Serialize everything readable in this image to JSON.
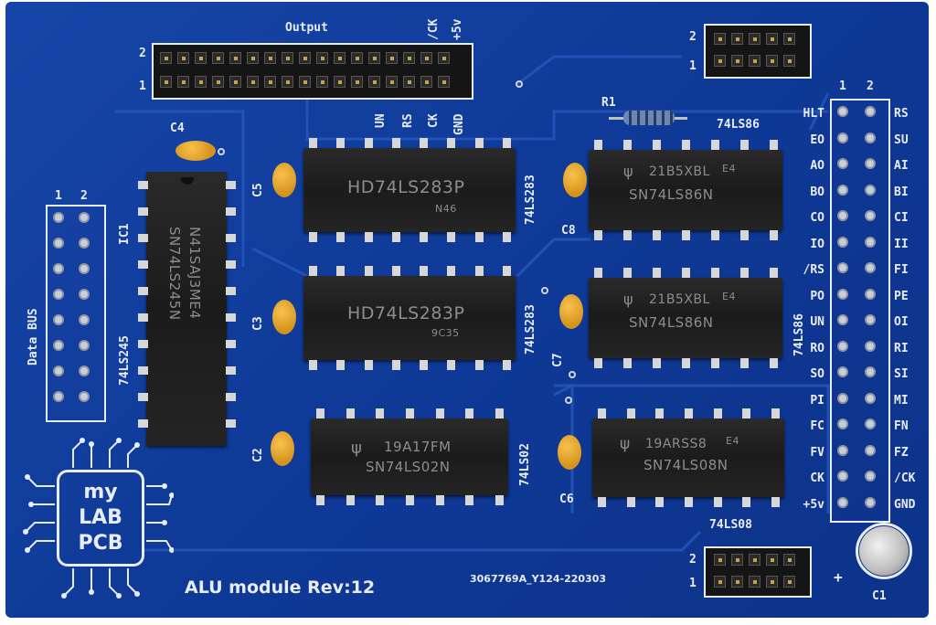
{
  "board": {
    "title": "ALU module Rev:12",
    "serial": "3067769A_Y124-220303",
    "logo": [
      "my",
      "LAB",
      "PCB"
    ]
  },
  "output_header": {
    "label": "Output",
    "ck_label": "/CK",
    "v5_label": "+5v",
    "row1": "1",
    "row2": "2",
    "bottom_labels": [
      "UN",
      "RS",
      "CK",
      "GND"
    ]
  },
  "top_right_header": {
    "row1": "1",
    "row2": "2"
  },
  "bottom_right_header": {
    "row1": "1",
    "row2": "2"
  },
  "data_bus": {
    "label": "Data BUS",
    "col1": "1",
    "col2": "2"
  },
  "right_connector": {
    "col1": "1",
    "col2": "2",
    "left_labels": [
      "HLT",
      "EO",
      "AO",
      "BO",
      "CO",
      "IO",
      "/RS",
      "PO",
      "UN",
      "RO",
      "SO",
      "PI",
      "FC",
      "FV",
      "CK",
      "+5v"
    ],
    "right_labels": [
      "RS",
      "SU",
      "AI",
      "BI",
      "CI",
      "II",
      "FI",
      "PE",
      "OI",
      "RI",
      "SI",
      "MI",
      "FN",
      "FZ",
      "/CK",
      "GND"
    ]
  },
  "chips": {
    "ic1": {
      "marking1": "N41SAJ3ME4",
      "marking2": "SN74LS245N",
      "silk": "74LS245",
      "ref": "IC1"
    },
    "u283a": {
      "marking1": "HD74LS283P",
      "marking2": "N46",
      "silk": "74LS283"
    },
    "u283b": {
      "marking1": "HD74LS283P",
      "marking2": "9C35",
      "silk": "74LS283"
    },
    "u02": {
      "marking1": "19A17FM",
      "marking2": "SN74LS02N",
      "silk": "74LS02"
    },
    "u86a": {
      "marking1": "21B5XBL",
      "marking1b": "E4",
      "marking2": "SN74LS86N",
      "silk": "74LS86"
    },
    "u86b": {
      "marking1": "21B5XBL",
      "marking1b": "E4",
      "marking2": "SN74LS86N",
      "silk": "74LS86"
    },
    "u08": {
      "marking1": "19ARSS8",
      "marking1b": "E4",
      "marking2": "SN74LS08N",
      "silk": "74LS08"
    }
  },
  "caps": {
    "c1": "C1",
    "c2": "C2",
    "c3": "C3",
    "c4": "C4",
    "c5": "C5",
    "c6": "C6",
    "c7": "C7",
    "c8": "C8",
    "plus": "+"
  },
  "resistor": {
    "ref": "R1"
  }
}
